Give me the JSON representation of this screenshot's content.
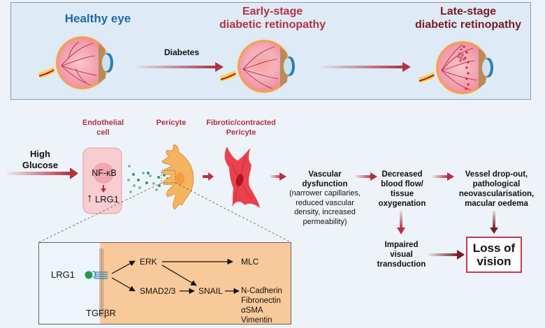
{
  "top_panel": {
    "stages": [
      {
        "id": "healthy",
        "title": "Healthy eye"
      },
      {
        "id": "early",
        "title_line1": "Early-stage",
        "title_line2": "diabetic retinopathy"
      },
      {
        "id": "late",
        "title_line1": "Late-stage",
        "title_line2": "diabetic retinopathy"
      }
    ],
    "arrow_label": "Diabetes"
  },
  "mechanism": {
    "input": {
      "line1": "High",
      "line2": "Glucose"
    },
    "cells": {
      "endothelial": {
        "line1": "Endothelial",
        "line2": "cell",
        "nfkb": "NF-κB",
        "lrg1": "LRG1",
        "up_arrow": "↑"
      },
      "pericyte": {
        "label": "Pericyte"
      },
      "fibrotic": {
        "line1": "Fibrotic/contracted",
        "line2": "Pericyte"
      }
    },
    "steps": {
      "vascular": {
        "title_line1": "Vascular",
        "title_line2": "dysfunction",
        "detail": [
          "(narrower capillaries,",
          "reduced vascular",
          "density, increased",
          "permeability)"
        ]
      },
      "blood_flow": {
        "lines": [
          "Decreased",
          "blood flow/",
          "tissue",
          "oxygenation"
        ]
      },
      "vessel": {
        "lines": [
          "Vessel drop-out,",
          "pathological",
          "neovascularisation,",
          "macular oedema"
        ]
      },
      "impaired": {
        "lines": [
          "Impaired",
          "visual",
          "transduction"
        ]
      },
      "loss": {
        "line1": "Loss of",
        "line2": "vision"
      }
    }
  },
  "inset": {
    "ligand": "LRG1",
    "receptor": "TGFβR",
    "nodes": {
      "erk": "ERK",
      "smad": "SMAD2/3",
      "snail": "SNAIL",
      "mlc": "MLC"
    },
    "targets": [
      "N-Cadherin",
      "Fibronectin",
      "αSMA",
      "Vimentin"
    ]
  },
  "colors": {
    "arrow_red": "#b3323f",
    "arrow_dark": "#7a1a22",
    "title_blue": "#1f6aa5",
    "pericyte": "#f6b45e",
    "fibrotic": "#e8333d",
    "loss_border": "#c83a4a"
  }
}
